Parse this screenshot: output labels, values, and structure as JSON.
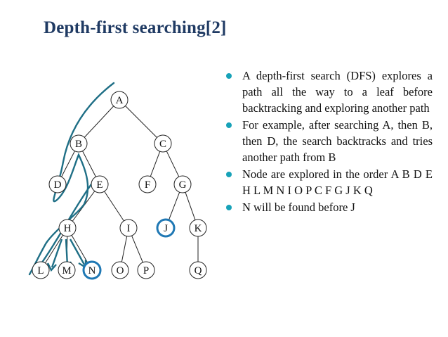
{
  "title": "Depth-first searching[2]",
  "colors": {
    "title": "#1f3a63",
    "bullet": "#17a2b8",
    "trace": "#1f6f86",
    "highlight": "#1f78b4"
  },
  "tree": {
    "nodes": [
      {
        "id": "A",
        "label": "A"
      },
      {
        "id": "B",
        "label": "B"
      },
      {
        "id": "C",
        "label": "C"
      },
      {
        "id": "D",
        "label": "D"
      },
      {
        "id": "E",
        "label": "E"
      },
      {
        "id": "F",
        "label": "F"
      },
      {
        "id": "G",
        "label": "G"
      },
      {
        "id": "H",
        "label": "H"
      },
      {
        "id": "I",
        "label": "I"
      },
      {
        "id": "J",
        "label": "J",
        "highlight": true
      },
      {
        "id": "K",
        "label": "K"
      },
      {
        "id": "L",
        "label": "L"
      },
      {
        "id": "M",
        "label": "M"
      },
      {
        "id": "N",
        "label": "N",
        "highlight": true
      },
      {
        "id": "O",
        "label": "O"
      },
      {
        "id": "P",
        "label": "P"
      },
      {
        "id": "Q",
        "label": "Q"
      }
    ],
    "edges": [
      [
        "A",
        "B"
      ],
      [
        "A",
        "C"
      ],
      [
        "B",
        "D"
      ],
      [
        "B",
        "E"
      ],
      [
        "C",
        "F"
      ],
      [
        "C",
        "G"
      ],
      [
        "E",
        "H"
      ],
      [
        "E",
        "I"
      ],
      [
        "G",
        "J"
      ],
      [
        "G",
        "K"
      ],
      [
        "H",
        "L"
      ],
      [
        "H",
        "M"
      ],
      [
        "H",
        "N"
      ],
      [
        "I",
        "O"
      ],
      [
        "I",
        "P"
      ],
      [
        "K",
        "Q"
      ]
    ]
  },
  "bullets": [
    "A depth-first search (DFS) explores a path all the way to a leaf before backtracking and exploring another path",
    "For example, after searching A, then B, then D, the search backtracks and tries another path from B",
    "Node are explored in the order A B D E H L M N I O P C F G J K Q",
    "N will be found before J"
  ]
}
